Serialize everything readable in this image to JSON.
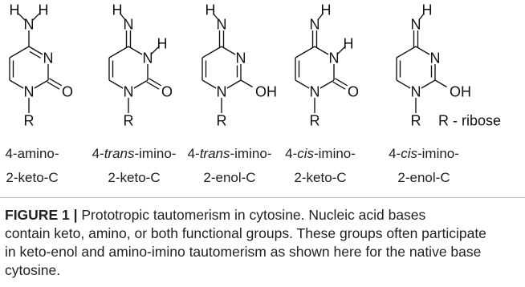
{
  "molecules": [
    {
      "atoms": [
        "H",
        "N",
        "H",
        "N",
        "O",
        "N",
        "R"
      ]
    },
    {
      "atoms": [
        "H",
        "N",
        "N",
        "H",
        "O",
        "N",
        "R"
      ]
    },
    {
      "atoms": [
        "H",
        "N",
        "N",
        "OH",
        "N",
        "R"
      ]
    },
    {
      "atoms": [
        "N",
        "H",
        "N",
        "H",
        "O",
        "N",
        "R"
      ]
    },
    {
      "atoms": [
        "N",
        "H",
        "N",
        "OH",
        "N",
        "R"
      ]
    }
  ],
  "legend": "R - ribose",
  "labels": [
    {
      "prefix": "4-amino-",
      "line2": "2-keto-C"
    },
    {
      "prefix": "4-",
      "italic": "trans",
      "suffix": "-imino-",
      "line2": "2-keto-C"
    },
    {
      "prefix": "4-",
      "italic": "trans",
      "suffix": "-imino-",
      "line2": "2-enol-C"
    },
    {
      "prefix": "4-",
      "italic": "cis",
      "suffix": "-imino-",
      "line2": "2-keto-C"
    },
    {
      "prefix": "4-",
      "italic": "cis",
      "suffix": "-imino-",
      "line2": "2-enol-C"
    }
  ],
  "caption": {
    "label": "FIGURE 1 |",
    "lines": [
      "Prototropic tautomerism in cytosine. Nucleic acid bases",
      "contain keto, amino, or both functional groups. These groups often participate",
      "in keto-enol and amino-imino tautomerism as shown here for the native base",
      "cytosine."
    ]
  }
}
